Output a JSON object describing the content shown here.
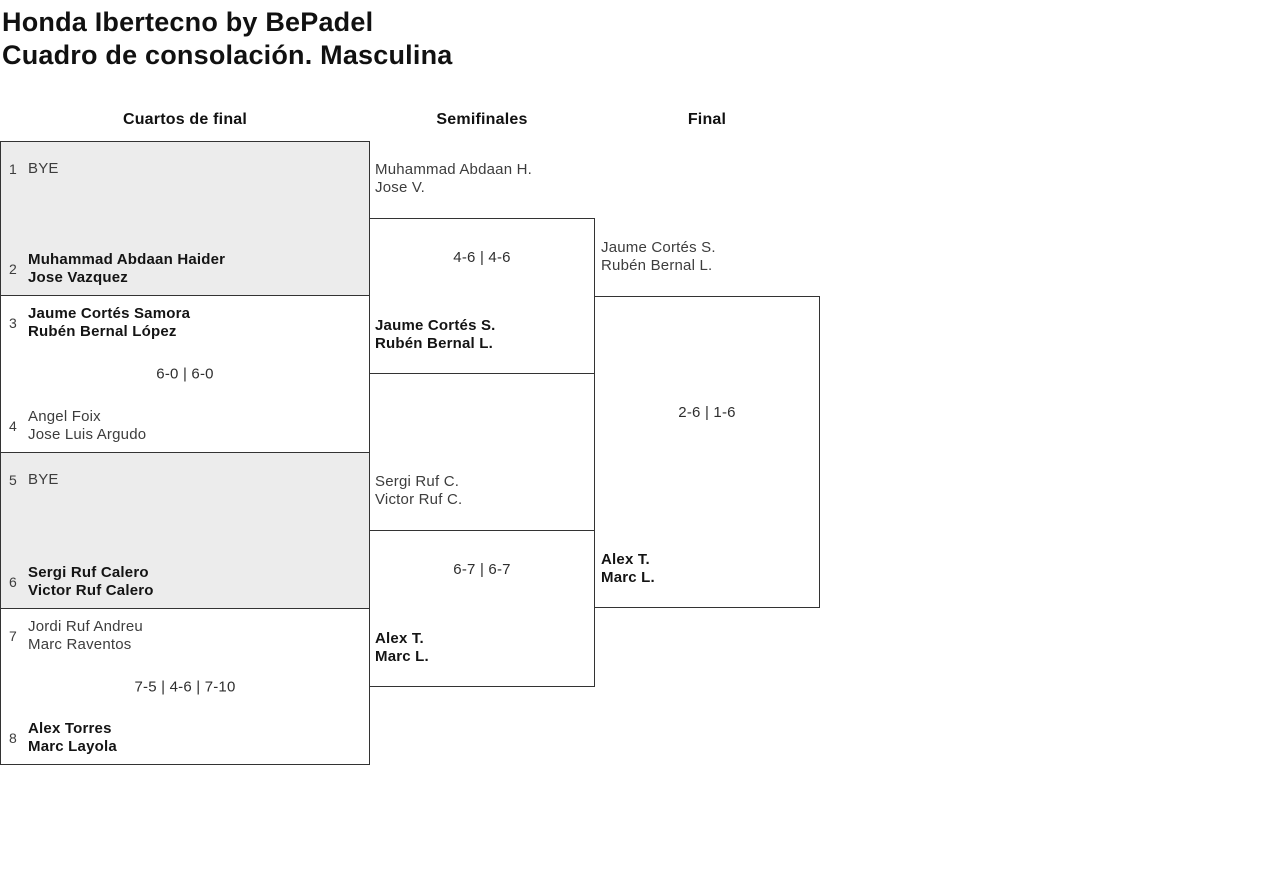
{
  "title": "Honda Ibertecno by BePadel",
  "subtitle": "Cuadro de consolación. Masculina",
  "rounds": [
    {
      "label": "Cuartos de final"
    },
    {
      "label": "Semifinales"
    },
    {
      "label": "Final"
    }
  ],
  "colors": {
    "shaded_box_bg": "#ececec",
    "box_border": "#333333",
    "winner_text": "#141414",
    "regular_text": "#3d3d3d"
  },
  "bracket": {
    "quarterfinals": [
      {
        "shaded": true,
        "top": {
          "seed": "1",
          "players": [
            "BYE"
          ],
          "winner": false
        },
        "bottom": {
          "seed": "2",
          "players": [
            "Muhammad Abdaan Haider",
            "Jose Vazquez"
          ],
          "winner": true
        },
        "score": ""
      },
      {
        "shaded": false,
        "top": {
          "seed": "3",
          "players": [
            "Jaume Cortés Samora",
            "Rubén Bernal López"
          ],
          "winner": true
        },
        "bottom": {
          "seed": "4",
          "players": [
            "Angel Foix",
            "Jose Luis Argudo"
          ],
          "winner": false
        },
        "score": "6-0 | 6-0"
      },
      {
        "shaded": true,
        "top": {
          "seed": "5",
          "players": [
            "BYE"
          ],
          "winner": false
        },
        "bottom": {
          "seed": "6",
          "players": [
            "Sergi Ruf Calero",
            "Victor Ruf Calero"
          ],
          "winner": true
        },
        "score": ""
      },
      {
        "shaded": false,
        "top": {
          "seed": "7",
          "players": [
            "Jordi Ruf Andreu",
            "Marc Raventos"
          ],
          "winner": false
        },
        "bottom": {
          "seed": "8",
          "players": [
            "Alex Torres",
            "Marc Layola"
          ],
          "winner": true
        },
        "score": "7-5 | 4-6 | 7-10"
      }
    ],
    "semifinals": [
      {
        "top": {
          "players": [
            "Muhammad Abdaan H.",
            "Jose V."
          ],
          "winner": false
        },
        "bottom": {
          "players": [
            "Jaume Cortés S.",
            "Rubén Bernal L."
          ],
          "winner": true
        },
        "score": "4-6 | 4-6"
      },
      {
        "top": {
          "players": [
            "Sergi Ruf C.",
            "Victor Ruf C."
          ],
          "winner": false
        },
        "bottom": {
          "players": [
            "Alex T.",
            "Marc L."
          ],
          "winner": true
        },
        "score": "6-7 | 6-7"
      }
    ],
    "final": {
      "top": {
        "players": [
          "Jaume Cortés S.",
          "Rubén Bernal L."
        ],
        "winner": false
      },
      "bottom": {
        "players": [
          "Alex T.",
          "Marc L."
        ],
        "winner": true
      },
      "score": "2-6 | 1-6"
    }
  }
}
